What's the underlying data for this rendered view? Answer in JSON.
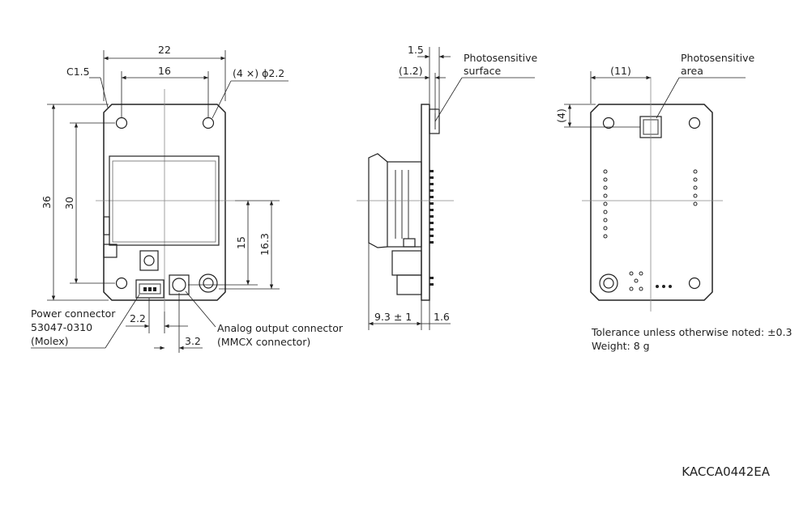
{
  "front_view": {
    "dim_width_outer": "22",
    "dim_width_inner": "16",
    "dim_chamfer": "C1.5",
    "dim_holes": "(4 ×) ϕ2.2",
    "dim_height_outer": "36",
    "dim_height_inner": "30",
    "dim_connector_height": "15",
    "dim_connector_height2": "16.3",
    "dim_power_offset": "2.2",
    "dim_mmcx_offset": "3.2",
    "power_connector_label": [
      "Power connector",
      "53047-0310",
      "(Molex)"
    ],
    "analog_connector_label": [
      "Analog output connector",
      "(MMCX connector)"
    ]
  },
  "side_view": {
    "dim_top_outer": "1.5",
    "dim_top_inner": "(1.2)",
    "photosurface_label": [
      "Photosensitive",
      "surface"
    ],
    "dim_thickness": "9.3 ± 1",
    "dim_board": "1.6"
  },
  "back_view": {
    "dim_area_x": "(11)",
    "dim_area_y": "(4)",
    "photoarea_label": [
      "Photosensitive",
      "area"
    ]
  },
  "notes": {
    "tolerance": "Tolerance unless otherwise noted: ±0.3",
    "weight": "Weight: 8 g"
  },
  "drawing_code": "KACCA0442EA"
}
